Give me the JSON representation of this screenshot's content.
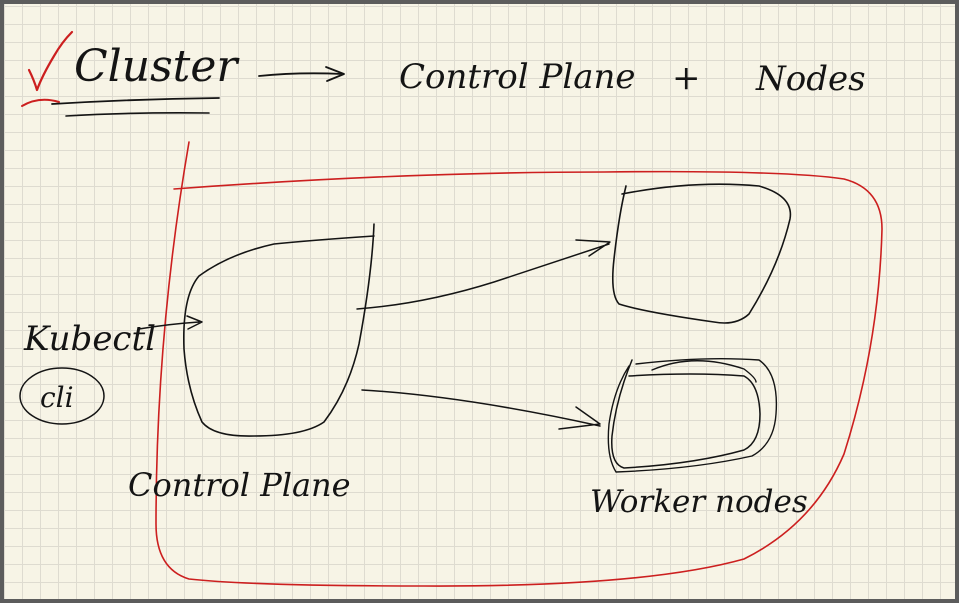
{
  "colors": {
    "ink": "#141414",
    "accent": "#cc1f1f",
    "paper": "#f7f4e6",
    "grid": "#dedbd0"
  },
  "heading": {
    "check_mark": "check-mark-icon",
    "title": "Cluster",
    "arrow": "arrow-right-icon",
    "control_plane": "Control Plane",
    "plus": "+",
    "nodes": "Nodes"
  },
  "diagram": {
    "kubectl_label": "Kubectl",
    "cli_label": "cli",
    "control_plane_label": "Control Plane",
    "worker_nodes_label": "Worker nodes"
  }
}
